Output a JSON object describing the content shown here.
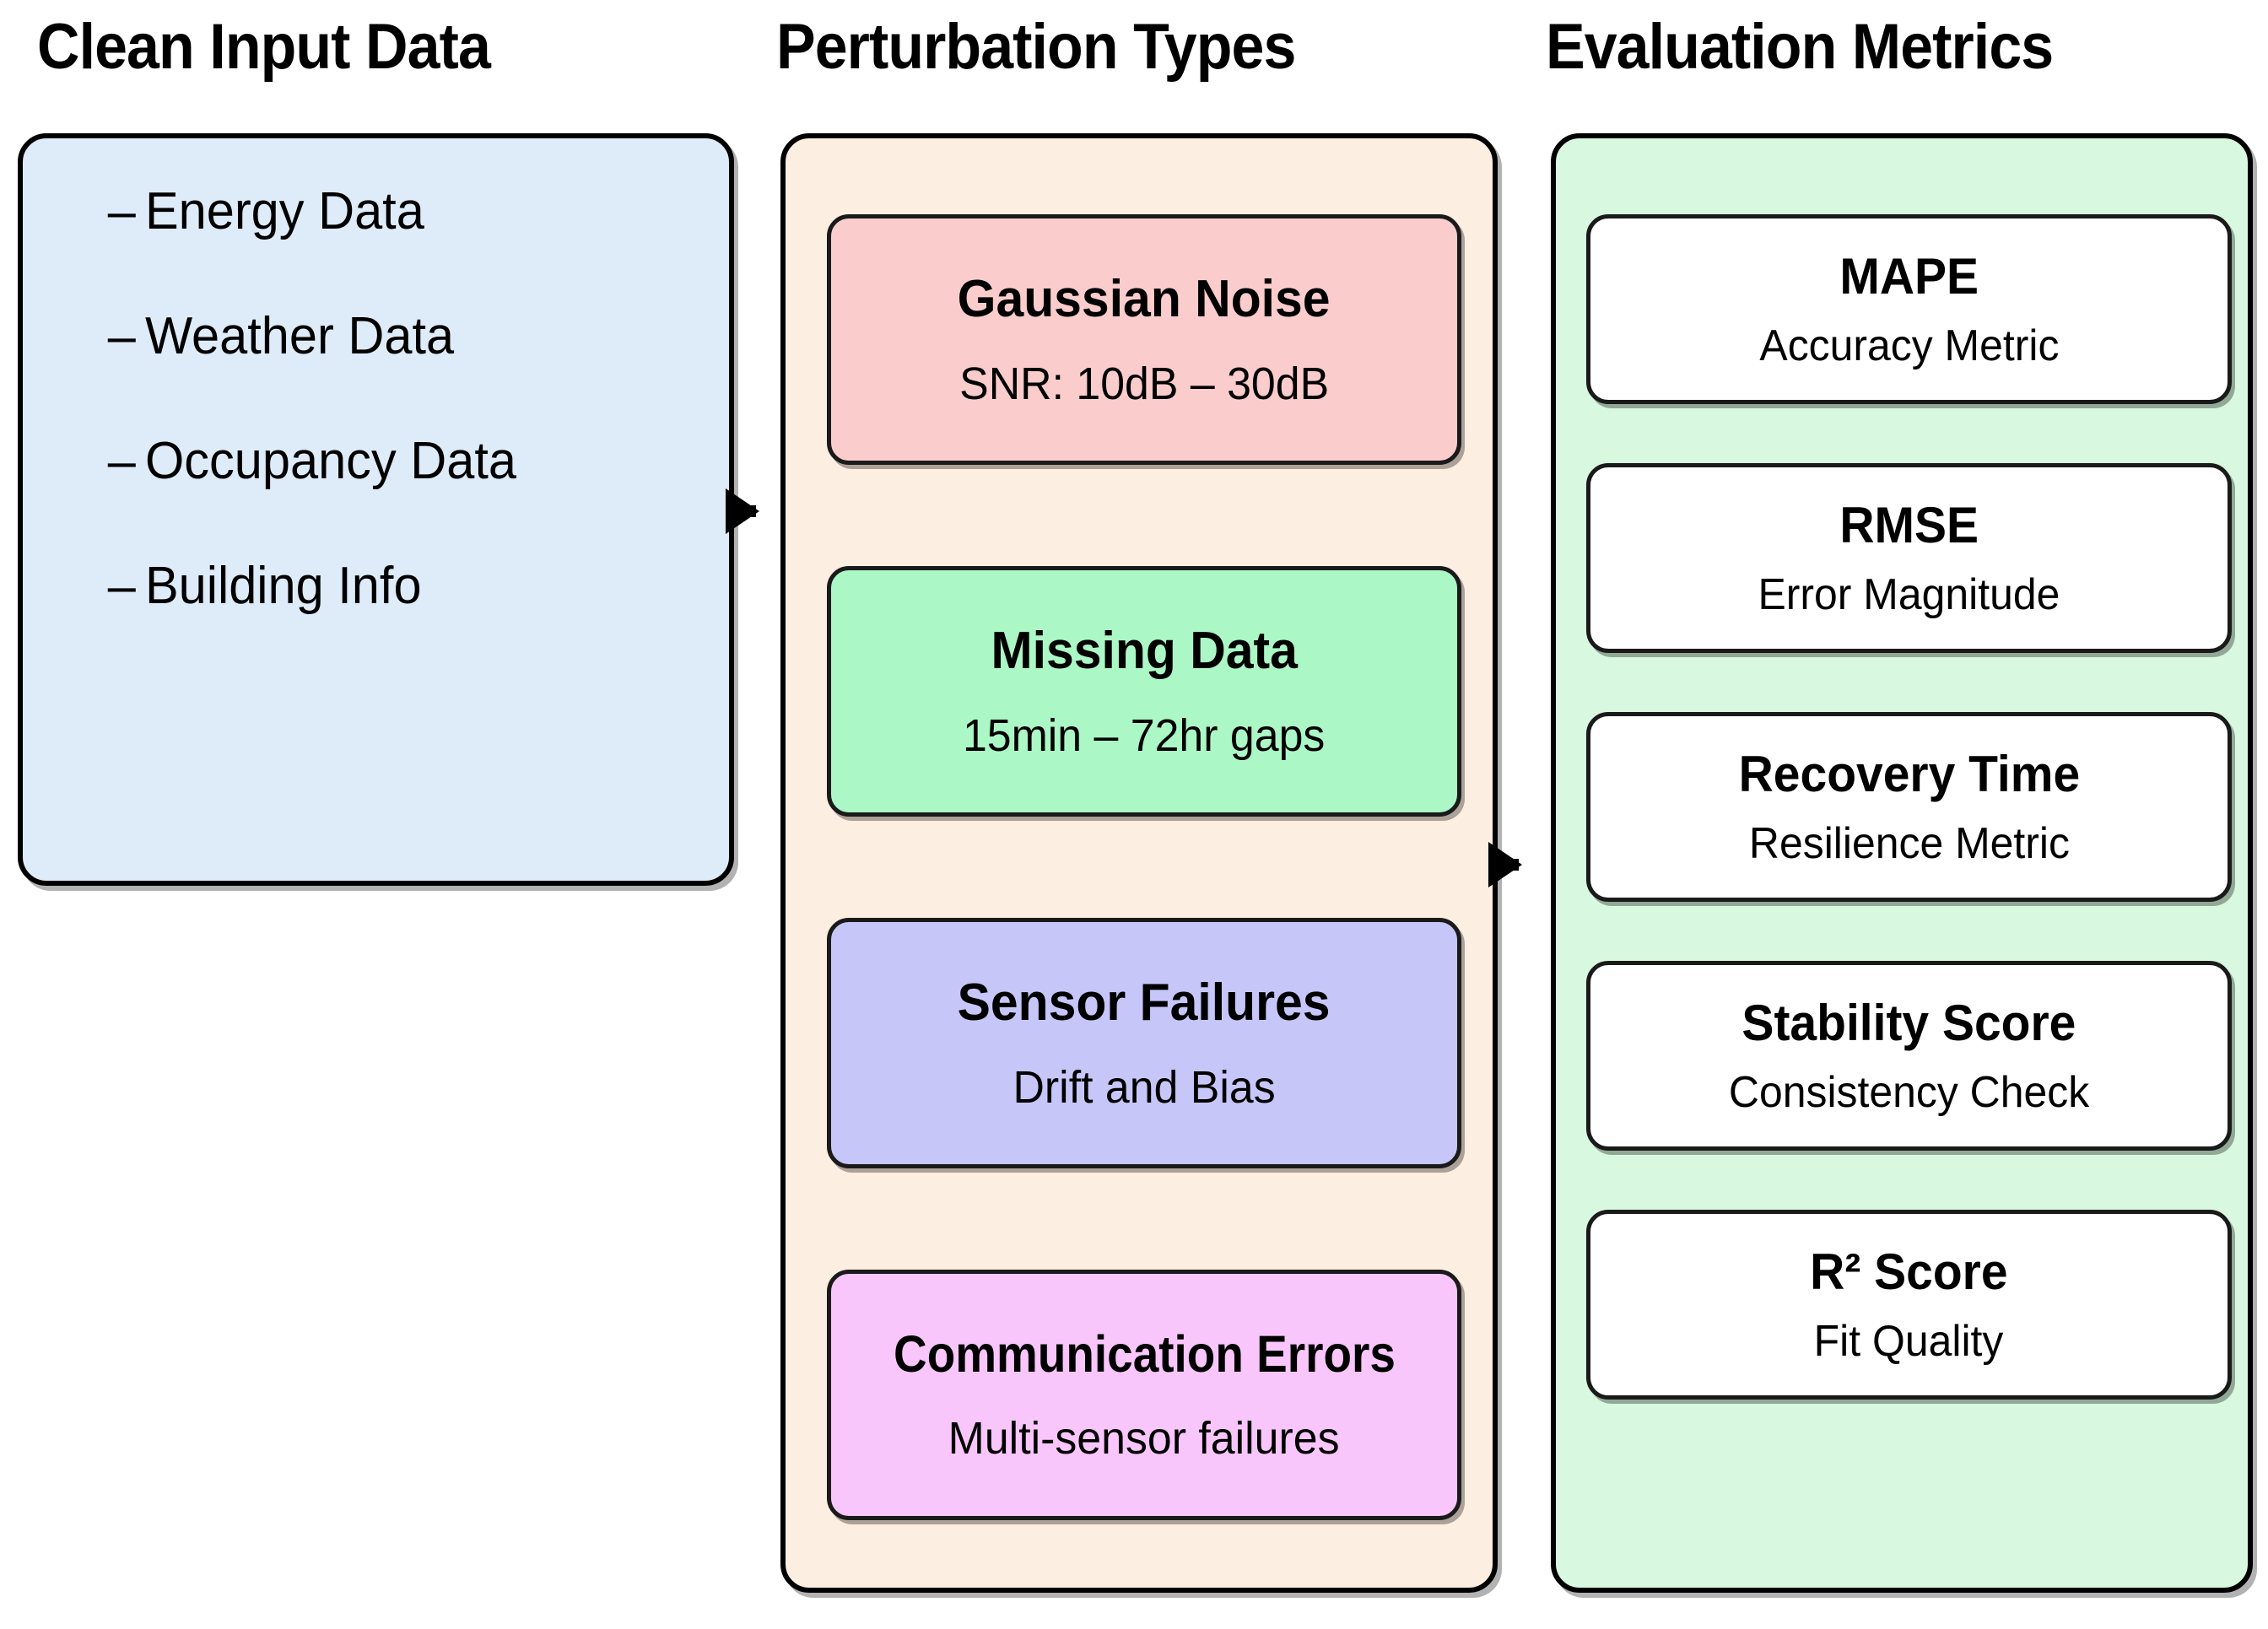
{
  "columns": {
    "clean": {
      "title": "Clean Input Data",
      "bg_color": "#deebf9",
      "items": [
        {
          "dash": "–",
          "label": "Energy Data"
        },
        {
          "dash": "–",
          "label": "Weather Data"
        },
        {
          "dash": "–",
          "label": "Occupancy Data"
        },
        {
          "dash": "–",
          "label": "Building Info"
        }
      ]
    },
    "perturbation": {
      "title": "Perturbation Types",
      "bg_color": "#fceee1",
      "cards": [
        {
          "title": "Gaussian Noise",
          "subtitle": "SNR: 10dB – 30dB",
          "color": "#fbcccc"
        },
        {
          "title": "Missing Data",
          "subtitle": "15min – 72hr gaps",
          "color": "#abf7c5"
        },
        {
          "title": "Sensor Failures",
          "subtitle": "Drift and Bias",
          "color": "#c7c6f9"
        },
        {
          "title": "Communication Errors",
          "subtitle": "Multi-sensor failures",
          "color": "#f9c6fb"
        }
      ]
    },
    "evaluation": {
      "title": "Evaluation Metrics",
      "bg_color": "#d8f8df",
      "cards": [
        {
          "title": "MAPE",
          "subtitle": "Accuracy Metric",
          "color": "#ffffff"
        },
        {
          "title": "RMSE",
          "subtitle": "Error Magnitude",
          "color": "#ffffff"
        },
        {
          "title": "Recovery Time",
          "subtitle": "Resilience Metric",
          "color": "#ffffff"
        },
        {
          "title": "Stability Score",
          "subtitle": "Consistency Check",
          "color": "#ffffff"
        },
        {
          "title": "R² Score",
          "subtitle": "Fit Quality",
          "color": "#ffffff"
        }
      ]
    }
  },
  "connectors": [
    {
      "name": "arrow-clean-to-perturbation",
      "glyph": "right-arrow-icon"
    },
    {
      "name": "arrow-perturbation-to-evaluation",
      "glyph": "right-arrow-icon"
    }
  ]
}
